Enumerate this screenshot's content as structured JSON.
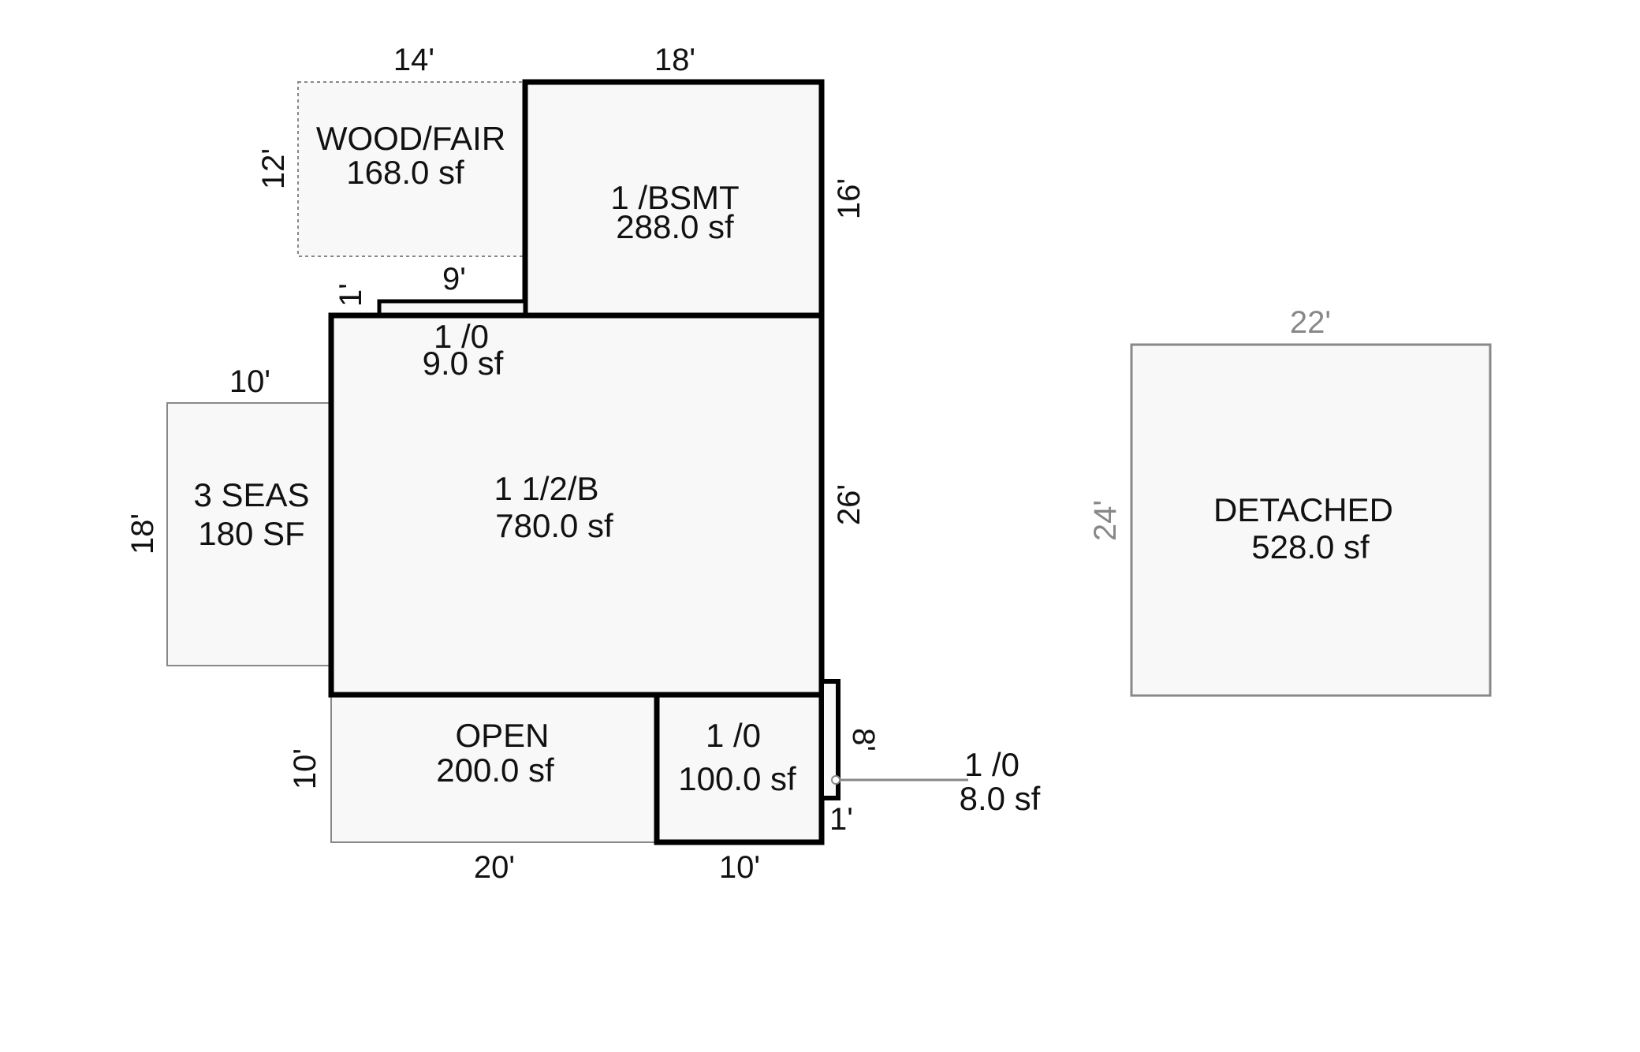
{
  "sketch": {
    "areas": {
      "wood_fair": {
        "name": "WOOD/FAIR",
        "area": "168.0 sf"
      },
      "bsmt": {
        "name": "1 /BSMT",
        "area": "288.0 sf"
      },
      "small_top": {
        "name": "1 /0",
        "area": "9.0 sf"
      },
      "main": {
        "name": "1 1/2/B",
        "area": "780.0 sf"
      },
      "seas": {
        "name": "3 SEAS",
        "area": "180 SF"
      },
      "open": {
        "name": "OPEN",
        "area": "200.0 sf"
      },
      "small_bottom": {
        "name": "1 /0",
        "area": "100.0 sf"
      },
      "tiny_right": {
        "name": "1 /0",
        "area": "8.0 sf"
      },
      "detached": {
        "name": "DETACHED",
        "area": "528.0 sf"
      }
    },
    "dimensions": {
      "wood_fair_top": "14'",
      "wood_fair_left": "12'",
      "bsmt_top": "18'",
      "bsmt_right": "16'",
      "small_top_left": "1'",
      "small_top_top": "9'",
      "seas_top": "10'",
      "seas_left": "18'",
      "main_right": "26'",
      "open_left": "10'",
      "open_bottom": "20'",
      "small_bottom_bottom": "10'",
      "tiny_right_side": "8'",
      "tiny_right_bottom": "1'",
      "detached_top": "22'",
      "detached_left": "24'"
    },
    "colors": {
      "fill": "#f8f8f8",
      "line": "#000000",
      "thin_line": "#888888",
      "gray_text": "#888888"
    }
  }
}
